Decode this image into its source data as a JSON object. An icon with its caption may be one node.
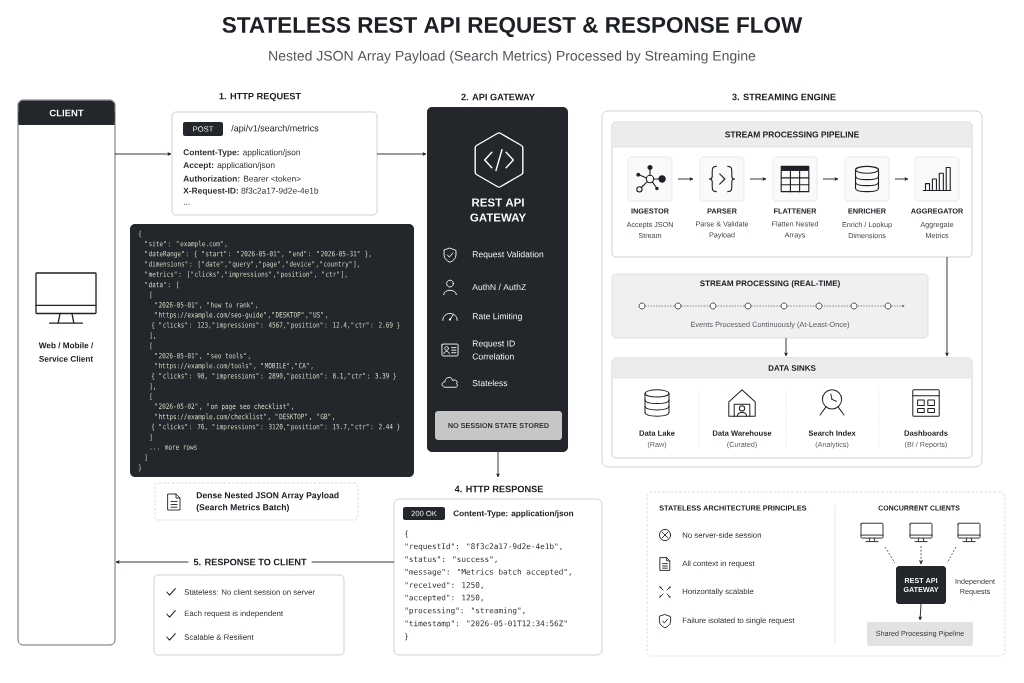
{
  "diagram": {
    "title": "STATELESS REST API REQUEST & RESPONSE FLOW",
    "nodes": [
      {
        "text": [
          "CLIENT",
          "Web / Mobile / Service Client"
        ]
      },
      {
        "text": [
          "1. HTTP REQUEST",
          "/api/v1/search/metrics",
          "**Content-Type:** application/json",
          "**Accept:** application/json",
          "**Authorization:** Bearer <token>",
          "**X-Request-ID:** 8f3c2a17-9d2e-4e1b",
          "..."
        ]
      },
      {
        "text": [
          "POST"
        ],
        "in": 1
      },
      {
        "text": [
          "{",
          "\"site\": \"example.com\",",
          "\"dateRange\": { \"start\": \"2026-05-01\", \"end\": \"2026-05-31\" },",
          "\"dimensions\": [\"date\",\"query\",\"page\",\"device\",\"country\"],",
          "\"metrics\": [\"clicks\",\"impressions\",\"position\", \"ctr\"],",
          "\"data\": [",
          "[",
          "\"2026-05-01\", \"how to rank\",",
          "\"https://example.com/seo-guide\",\"DESKTOP\",\"US\",",
          "{ \"clicks\": 123,\"impressions\": 4567,\"position\": 12.4,\"ctr\": 2.69 }",
          "],",
          "[",
          "\"2026-05-01\", \"seo tools\",",
          "\"https://example.com/tools\", \"MOBILE\",\"CA\",",
          "{ \"clicks\": 98, \"impressions\": 2890,\"position\": 8.1,\"ctr\": 3.39 }",
          "],",
          "[",
          "\"2026-05-02\", \"on page seo checklist\",",
          "\"https://example.com/checklist\", \"DESKTOP\", \"GB\",",
          "{ \"clicks\": 76, \"impressions\": 3120,\"position\": 15.7,\"ctr\": 2.44 }",
          "]",
          "... more rows",
          "]",
          "}"
        ]
      },
      {
        "text": [
          "Dense Nested JSON Array Payload (Search Metrics Batch)"
        ]
      },
      {
        "text": [
          "2. API GATEWAY",
          "REST API GATEWAY",
          "Request Validation",
          "AuthN / AuthZ",
          "Rate Limiting",
          "Request ID Correlation",
          "Stateless"
        ]
      },
      {
        "text": [
          "NO SESSION STATE STORED"
        ],
        "in": 5
      },
      {
        "text": [
          "3. STREAMING ENGINE"
        ]
      },
      {
        "text": [
          "STREAM PROCESSING PIPELINE"
        ],
        "in": 7
      },
      {
        "text": [
          "INGESTOR",
          "Accepts JSON Stream"
        ],
        "in": 8
      },
      {
        "text": [
          "PARSER",
          "Parse & Validate Payload"
        ],
        "in": 8
      },
      {
        "text": [
          "FLATTENER",
          "Flatten Nested Arrays"
        ],
        "in": 8
      },
      {
        "text": [
          "ENRICHER",
          "Enrich / Lookup Dimensions"
        ],
        "in": 8
      },
      {
        "text": [
          "AGGREGATOR",
          "Aggregate Metrics"
        ],
        "in": 8
      },
      {
        "text": [
          "STREAM PROCESSING (REAL-TIME)",
          "Events Processed Continuously (At-Least-Once)"
        ],
        "in": 7
      },
      {
        "text": [
          "DATA SINKS"
        ],
        "in": 7
      },
      {
        "text": [
          "4. HTTP RESPONSE",
          "Content-Type: application/json",
          "{",
          "\"requestId\": \"8f3c2a17-9d2e-4e1b\",",
          "\"status\": \"success\",",
          "\"message\": \"Metrics batch accepted\",",
          "\"received\": 1250,",
          "\"accepted\": 1250,",
          "\"processing\": \"streaming\",",
          "\"timestamp\": \"2026-05-01T12:34:56Z\"",
          "}"
        ]
      },
      {
        "text": [
          "200 OK"
        ],
        "in": 16
      },
      {
        "text": [
          "Stateless: No client session on server",
          "Each request is independent",
          "Scalable & Resilient"
        ]
      },
      {
        "text": [
          "STATELESS ARCHITECTURE PRINCIPLES",
          "No server-side session",
          "All context in request",
          "Horizontally scalable",
          "Failure isolated to single request",
          "CONCURRENT CLIENTS"
        ]
      },
      {
        "text": [],
        "shape": "picture",
        "in": 19
      },
      {
        "text": [],
        "shape": "picture",
        "in": 19
      },
      {
        "text": [],
        "shape": "picture",
        "in": 19
      },
      {
        "text": [
          "REST API GATEWAY"
        ],
        "beside": [
          "Independent Requests"
        ],
        "in": 19
      },
      {
        "text": [
          "Shared Processing Pipeline"
        ],
        "in": 19
      }
    ],
    "edges": [
      {
        "from": 0,
        "to": 1,
        "arrow": "to"
      },
      {
        "from": 1,
        "to": 5,
        "arrow": "to"
      },
      {
        "from": 5,
        "to": 16,
        "arrow": "to"
      },
      {
        "from": 16,
        "to": 0,
        "arrow": "to",
        "label": "5. RESPONSE TO CLIENT"
      },
      {
        "from": 9,
        "to": 10,
        "arrow": "to"
      },
      {
        "from": 10,
        "to": 11,
        "arrow": "to"
      },
      {
        "from": 11,
        "to": 12,
        "arrow": "to"
      },
      {
        "from": 12,
        "to": 13,
        "arrow": "to"
      },
      {
        "from": 8,
        "to": 15,
        "arrow": "to"
      },
      {
        "from": 14,
        "to": 15,
        "arrow": "to"
      },
      {
        "from": 20,
        "to": 23,
        "arrow": "none",
        "style": "dashed"
      },
      {
        "from": 21,
        "to": 23,
        "arrow": "to",
        "style": "dashed"
      },
      {
        "from": 22,
        "to": 23,
        "arrow": "none",
        "style": "dashed"
      },
      {
        "from": 23,
        "to": 24,
        "arrow": "to"
      }
    ],
    "labels": [
      "Nested JSON Array Payload (Search Metrics) Processed by Streaming Engine",
      "Data Lake",
      "(Raw)",
      "Data Warehouse",
      "(Curated)",
      "Search Index",
      "(Analytics)",
      "Dashboards",
      "(BI / Reports)"
    ]
  }
}
